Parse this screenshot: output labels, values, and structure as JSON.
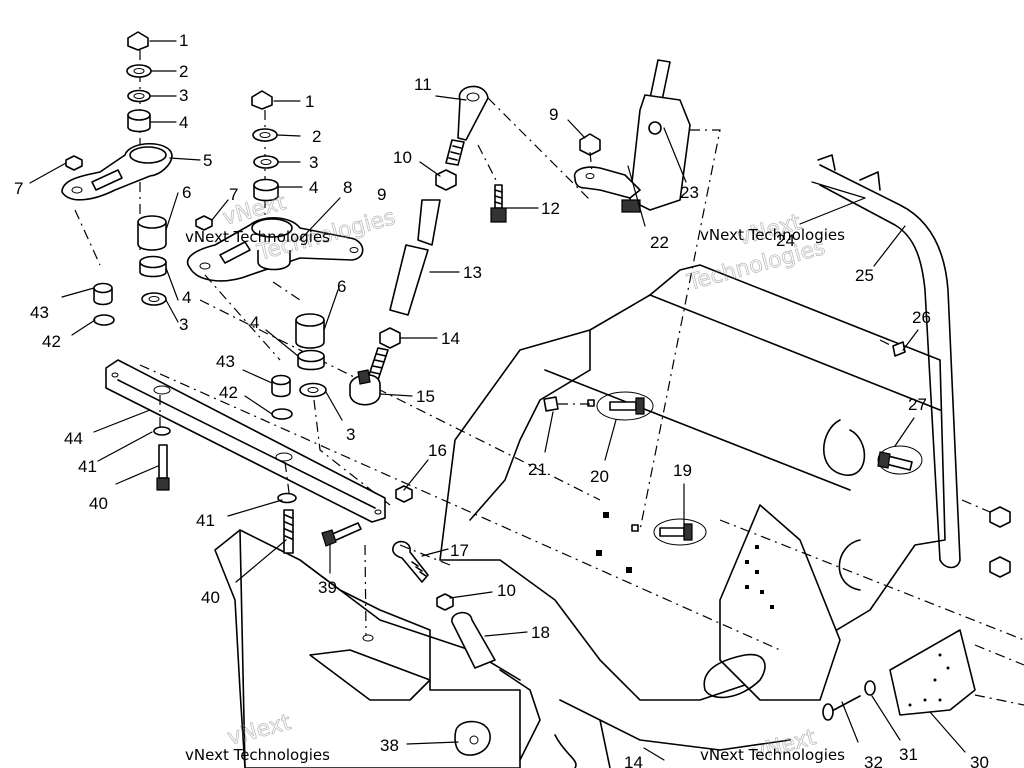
{
  "callouts": [
    {
      "id": "c1a",
      "text": "1"
    },
    {
      "id": "c2a",
      "text": "2"
    },
    {
      "id": "c3a",
      "text": "3"
    },
    {
      "id": "c4a",
      "text": "4"
    },
    {
      "id": "c5",
      "text": "5"
    },
    {
      "id": "c7a",
      "text": "7"
    },
    {
      "id": "c6a",
      "text": "6"
    },
    {
      "id": "c4b",
      "text": "4"
    },
    {
      "id": "c3b",
      "text": "3"
    },
    {
      "id": "c43a",
      "text": "43"
    },
    {
      "id": "c42a",
      "text": "42"
    },
    {
      "id": "c1b",
      "text": "1"
    },
    {
      "id": "c2b",
      "text": "2"
    },
    {
      "id": "c3c",
      "text": "3"
    },
    {
      "id": "c4c",
      "text": "4"
    },
    {
      "id": "c7b",
      "text": "7"
    },
    {
      "id": "c8",
      "text": "8"
    },
    {
      "id": "c6b",
      "text": "6"
    },
    {
      "id": "c4d",
      "text": "4"
    },
    {
      "id": "c43b",
      "text": "43"
    },
    {
      "id": "c42b",
      "text": "42"
    },
    {
      "id": "c3d",
      "text": "3"
    },
    {
      "id": "c11",
      "text": "11"
    },
    {
      "id": "c10a",
      "text": "10"
    },
    {
      "id": "c9a",
      "text": "9"
    },
    {
      "id": "c12",
      "text": "12"
    },
    {
      "id": "c13",
      "text": "13"
    },
    {
      "id": "c14a",
      "text": "14"
    },
    {
      "id": "c15",
      "text": "15"
    },
    {
      "id": "c9b",
      "text": "9"
    },
    {
      "id": "c23",
      "text": "23"
    },
    {
      "id": "c22",
      "text": "22"
    },
    {
      "id": "c24",
      "text": "24"
    },
    {
      "id": "c25",
      "text": "25"
    },
    {
      "id": "c26",
      "text": "26"
    },
    {
      "id": "c27",
      "text": "27"
    },
    {
      "id": "c21",
      "text": "21"
    },
    {
      "id": "c20",
      "text": "20"
    },
    {
      "id": "c19",
      "text": "19"
    },
    {
      "id": "c16",
      "text": "16"
    },
    {
      "id": "c17",
      "text": "17"
    },
    {
      "id": "c10b",
      "text": "10"
    },
    {
      "id": "c18",
      "text": "18"
    },
    {
      "id": "c44",
      "text": "44"
    },
    {
      "id": "c41a",
      "text": "41"
    },
    {
      "id": "c40a",
      "text": "40"
    },
    {
      "id": "c41b",
      "text": "41"
    },
    {
      "id": "c40b",
      "text": "40"
    },
    {
      "id": "c39",
      "text": "39"
    },
    {
      "id": "c38",
      "text": "38"
    },
    {
      "id": "c14b",
      "text": "14"
    },
    {
      "id": "c32",
      "text": "32"
    },
    {
      "id": "c31",
      "text": "31"
    },
    {
      "id": "c30",
      "text": "30"
    }
  ],
  "watermarks": [
    {
      "id": "w1",
      "text": "vNext Technologies"
    },
    {
      "id": "w2",
      "text": "vNext Technologies"
    },
    {
      "id": "w3",
      "text": "vNext Technologies"
    },
    {
      "id": "w4",
      "text": "vNext Technologies"
    }
  ]
}
